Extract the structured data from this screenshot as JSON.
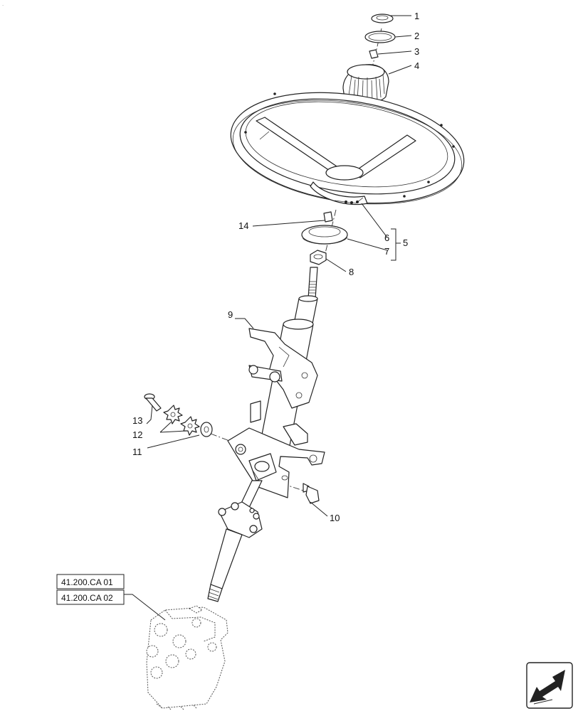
{
  "callouts": {
    "c1": "1",
    "c2": "2",
    "c3": "3",
    "c4": "4",
    "c5": "5",
    "c6": "6",
    "c7": "7",
    "c8": "8",
    "c9": "9",
    "c10": "10",
    "c11": "11",
    "c12": "12",
    "c13": "13",
    "c14": "14"
  },
  "references": [
    "41.200.CA 01",
    "41.200.CA 02"
  ],
  "icons": {
    "navigation": "back-arrow-icon"
  }
}
